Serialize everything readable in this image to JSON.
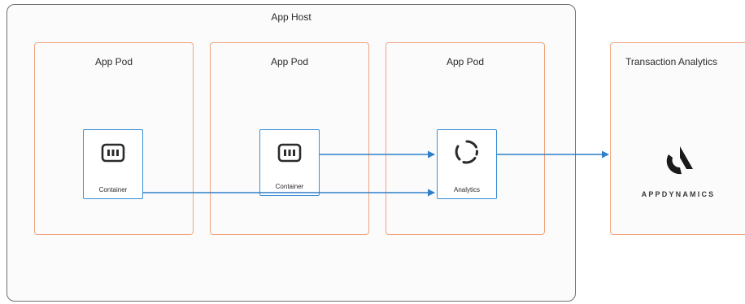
{
  "host": {
    "title": "App Host"
  },
  "pods": [
    {
      "title": "App Pod",
      "box_label": "Container",
      "box_icon": "container-icon"
    },
    {
      "title": "App Pod",
      "box_label": "Container",
      "box_icon": "container-icon"
    },
    {
      "title": "App Pod",
      "box_label": "Analytics",
      "box_icon": "analytics-ring-icon"
    }
  ],
  "external": {
    "title": "Transaction Analytics",
    "brand": "APPDYNAMICS",
    "logo_icon": "appdynamics-logo-icon"
  },
  "colors": {
    "host_border": "#6f6f6f",
    "pod_border": "#f0a57e",
    "box_border": "#3b8fd4",
    "arrow": "#2f7fc9"
  }
}
